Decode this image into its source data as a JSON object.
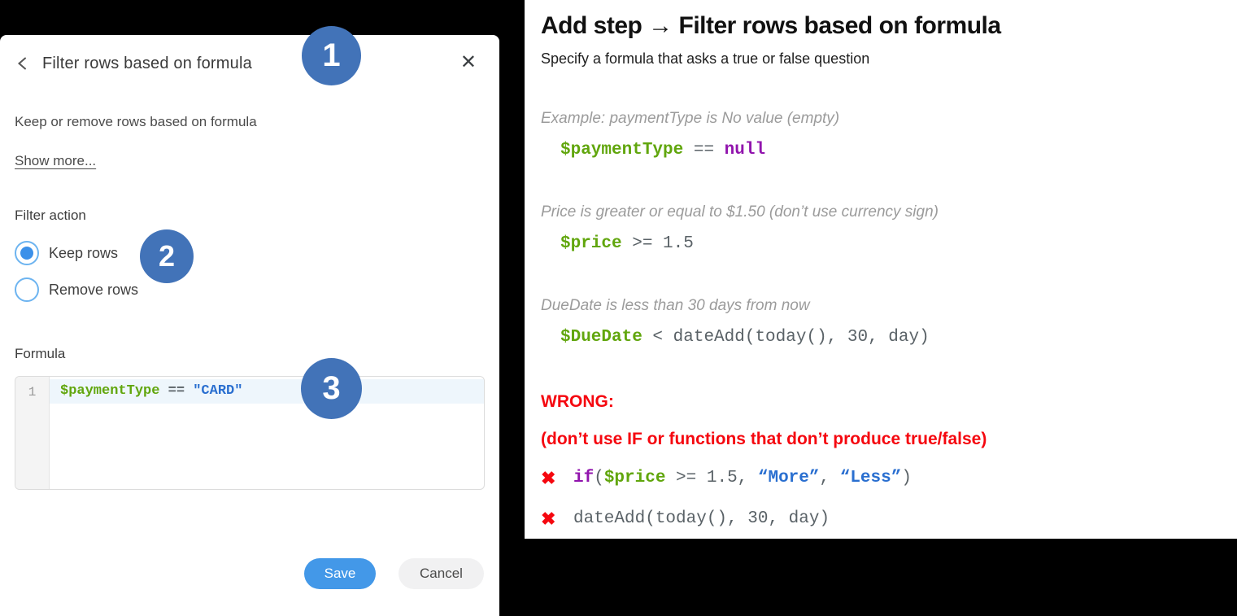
{
  "colors": {
    "badge-blue": "#4273b8",
    "accent-blue": "#3b90e9",
    "radio-ring": "#6db4f0",
    "save-blue": "#4398e8",
    "green": "#61a60d",
    "purple": "#9114ad",
    "string-blue": "#2a6fd0",
    "code-gray": "#5a6267",
    "comment-gray": "#9b9b9b",
    "red": "#f5070f",
    "active-line": "#eef6fc"
  },
  "dialog": {
    "title": "Filter rows based on formula",
    "close_icon": "✕",
    "description": "Keep or remove rows based on formula",
    "show_more_label": "Show more...",
    "filter_action_label": "Filter action",
    "radio_options": [
      {
        "label": "Keep rows",
        "selected": true
      },
      {
        "label": "Remove rows",
        "selected": false
      }
    ],
    "formula_label": "Formula",
    "editor": {
      "line_number": "1",
      "tokens": [
        {
          "text": "$paymentType",
          "type": "variable"
        },
        {
          "text": " == ",
          "type": "operator"
        },
        {
          "text": "\"CARD\"",
          "type": "string"
        }
      ]
    },
    "save_label": "Save",
    "cancel_label": "Cancel"
  },
  "badges": {
    "step1": "1",
    "step2": "2",
    "step3": "3"
  },
  "panel": {
    "title": "Add step → Filter rows based on formula",
    "subtitle": "Specify a formula that asks a true or false question",
    "examples": [
      {
        "comment": "Example: paymentType is No value (empty)",
        "tokens": [
          {
            "text": "$paymentType",
            "type": "variable"
          },
          {
            "text": " == ",
            "type": "operator"
          },
          {
            "text": "null",
            "type": "keyword"
          }
        ]
      },
      {
        "comment": "Price is greater or equal to $1.50 (don’t use currency sign)",
        "tokens": [
          {
            "text": "$price",
            "type": "variable"
          },
          {
            "text": " >= 1.5",
            "type": "operator"
          }
        ]
      },
      {
        "comment": "DueDate is less than 30 days from now",
        "tokens": [
          {
            "text": "$DueDate",
            "type": "variable"
          },
          {
            "text": " < dateAdd(today(), 30, day)",
            "type": "operator"
          }
        ]
      }
    ],
    "wrong": {
      "heading": "WRONG:",
      "note": "(don’t use IF or functions that don’t produce true/false)",
      "x_icon": "✖",
      "items": [
        {
          "tokens": [
            {
              "text": "if",
              "type": "keyword"
            },
            {
              "text": "(",
              "type": "operator"
            },
            {
              "text": "$price",
              "type": "variable"
            },
            {
              "text": " >= 1.5, ",
              "type": "operator"
            },
            {
              "text": "“More”",
              "type": "string"
            },
            {
              "text": ", ",
              "type": "operator"
            },
            {
              "text": "“Less”",
              "type": "string"
            },
            {
              "text": ")",
              "type": "operator"
            }
          ]
        },
        {
          "tokens": [
            {
              "text": "dateAdd(today(), 30, day)",
              "type": "operator"
            }
          ]
        }
      ]
    }
  }
}
